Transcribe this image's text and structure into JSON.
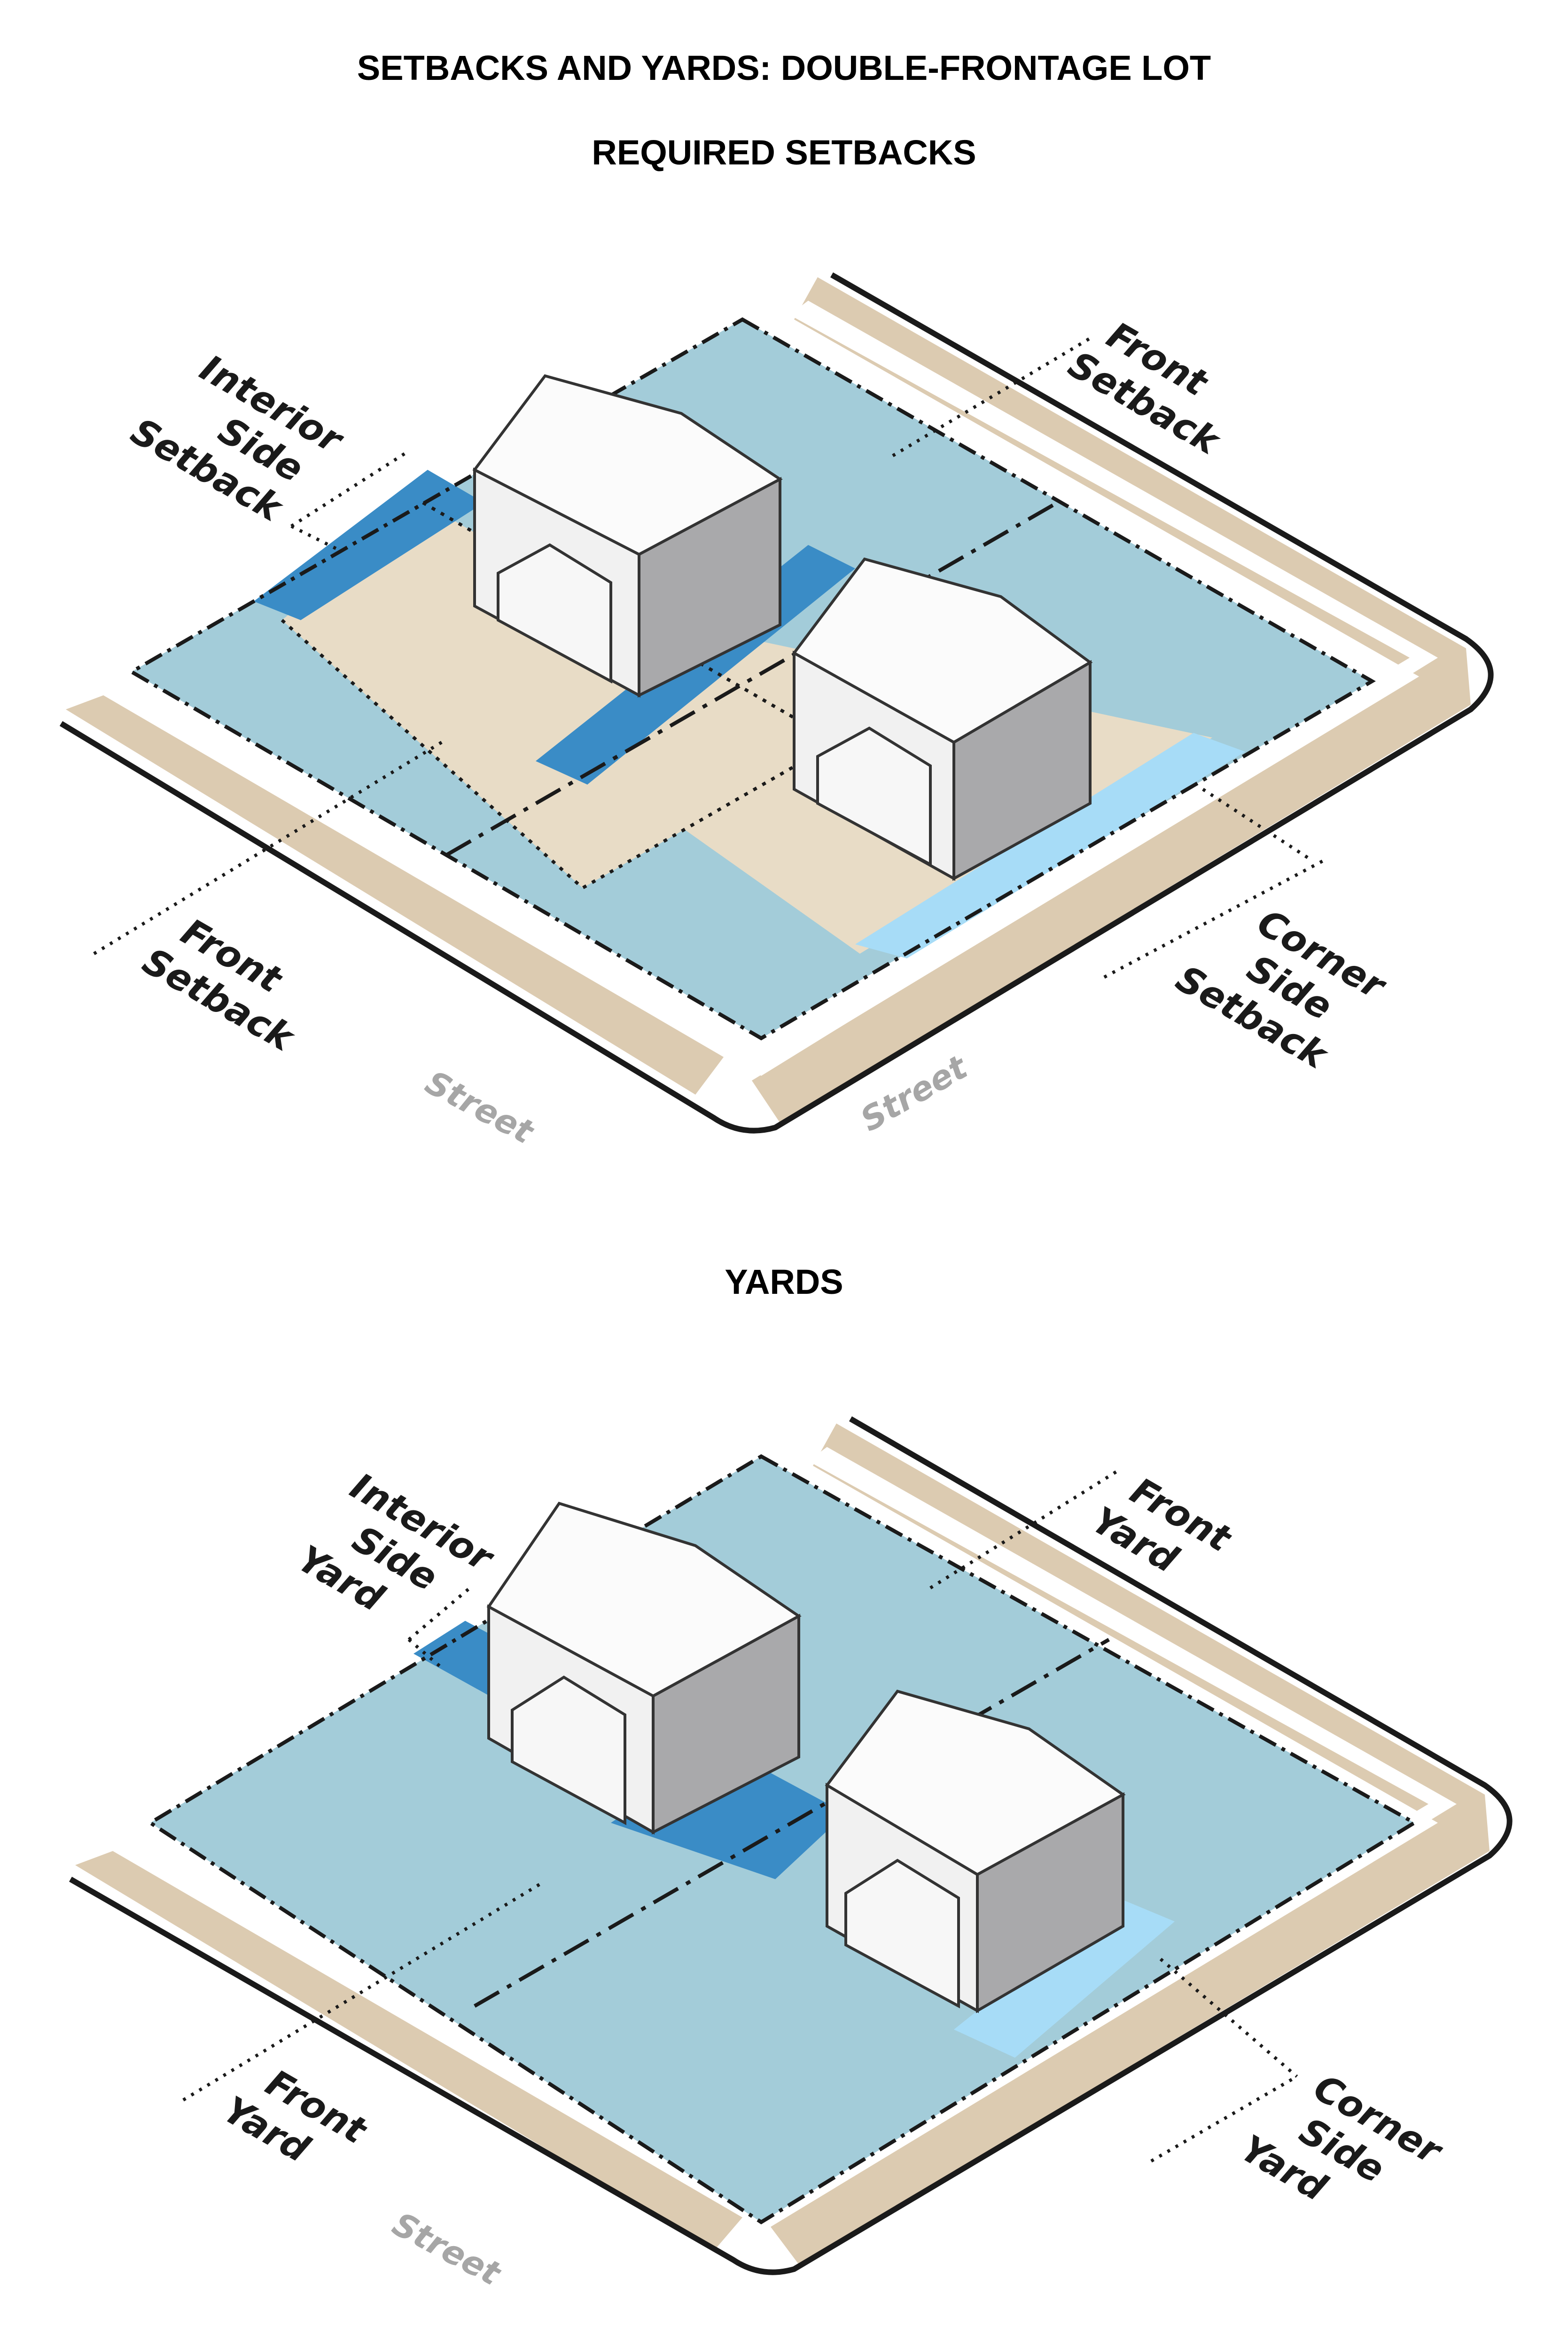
{
  "title": "SETBACKS AND YARDS: DOUBLE-FRONTAGE LOT",
  "setbacks": {
    "heading": "REQUIRED SETBACKS",
    "labels": {
      "interior_1": "Interior",
      "interior_2": "Side",
      "interior_3": "Setback",
      "front_top_1": "Front",
      "front_top_2": "Setback",
      "front_bottom_1": "Front",
      "front_bottom_2": "Setback",
      "corner_1": "Corner",
      "corner_2": "Side",
      "corner_3": "Setback",
      "street_left": "Street",
      "street_right": "Street"
    }
  },
  "yards": {
    "heading": "YARDS",
    "labels": {
      "interior_1": "Interior",
      "interior_2": "Side",
      "interior_3": "Yard",
      "front_top_1": "Front",
      "front_top_2": "Yard",
      "front_bottom_1": "Front",
      "front_bottom_2": "Yard",
      "corner_1": "Corner",
      "corner_2": "Side",
      "corner_3": "Yard",
      "street_left": "Street"
    }
  },
  "colors": {
    "setback_zone": "#a3ccd9",
    "buildable_area": "#e8dcc6",
    "interior_side": "#3a8cc6",
    "corner_side": "#a7dcf7",
    "sidewalk": "#dccbb1",
    "outline": "#1a1a1a"
  }
}
